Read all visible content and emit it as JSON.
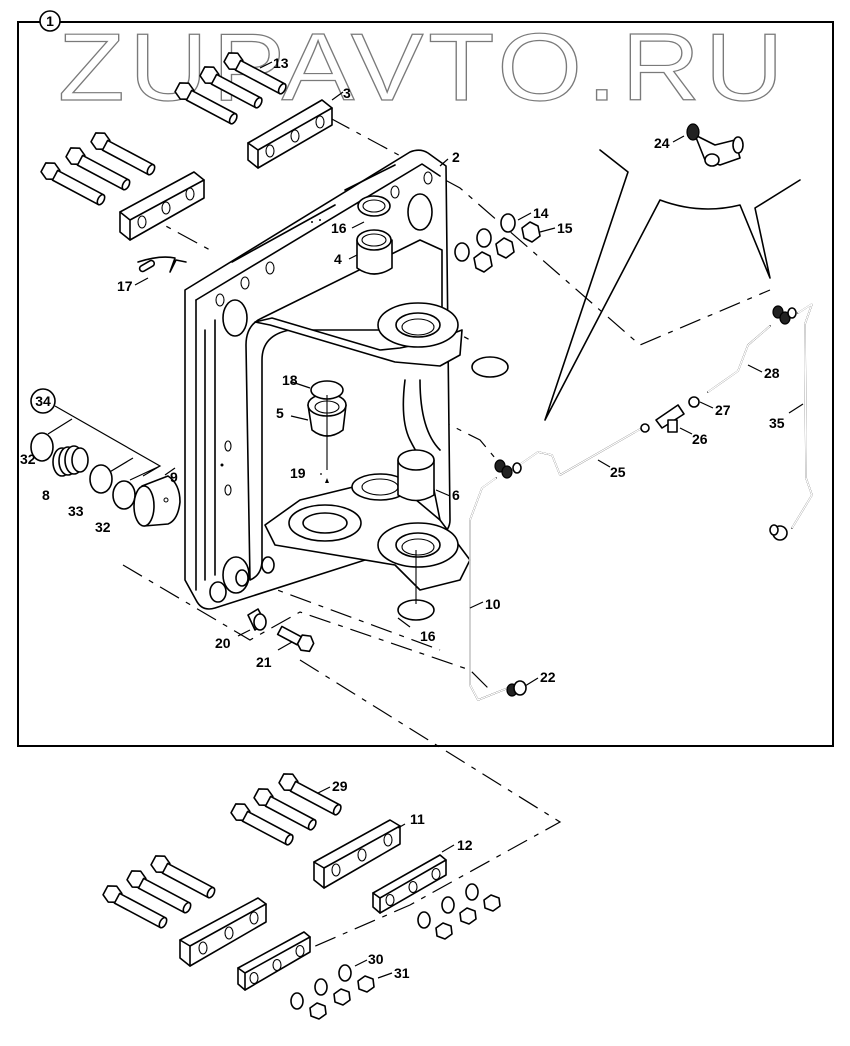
{
  "watermark": "ZUPAVTO.RU",
  "frame_number": "1",
  "kit_number": "34",
  "callouts": {
    "c2": "2",
    "c3": "3",
    "c4": "4",
    "c5": "5",
    "c6": "6",
    "c8": "8",
    "c9": "9",
    "c10": "10",
    "c11": "11",
    "c12": "12",
    "c13": "13",
    "c14": "14",
    "c15": "15",
    "c16a": "16",
    "c16b": "16",
    "c17": "17",
    "c18": "18",
    "c19": "19",
    "c20": "20",
    "c21": "21",
    "c22": "22",
    "c24": "24",
    "c25": "25",
    "c26": "26",
    "c27": "27",
    "c28": "28",
    "c29": "29",
    "c30": "30",
    "c31": "31",
    "c32a": "32",
    "c32b": "32",
    "c33": "33",
    "c35": "35"
  }
}
